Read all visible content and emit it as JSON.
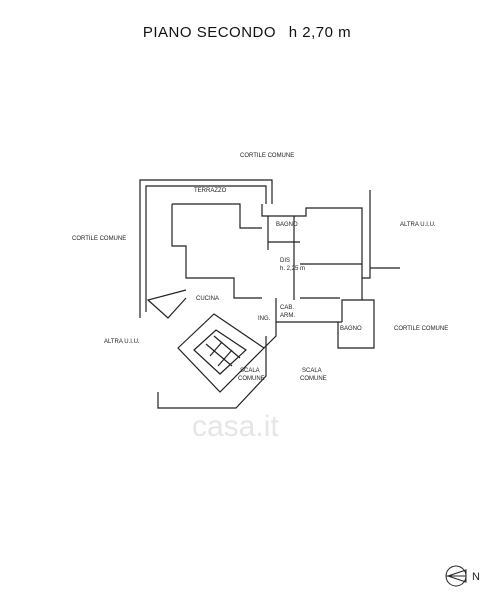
{
  "title": {
    "floor": "PIANO SECONDO",
    "height": "h 2,70 m"
  },
  "labels": {
    "cortile_top": "CORTILE COMUNE",
    "terrazzo": "TERRAZZO",
    "cortile_left": "CORTILE COMUNE",
    "bagno_top": "BAGNO",
    "altra_right": "ALTRA U.I.U.",
    "dis": "DIS",
    "dis_h": "h. 2,25 m",
    "cucina": "CUCINA",
    "ing": "ING.",
    "cab": "CAB.",
    "arm": "ARM.",
    "bagno_bottom": "BAGNO",
    "cortile_right": "CORTILE COMUNE",
    "altra_left": "ALTRA U.I.U.",
    "scala1": "SCALA",
    "comune1": "COMUNE",
    "scala2": "SCALA",
    "comune2": "COMUNE"
  },
  "watermark": "casa.it",
  "north_label": "N",
  "colors": {
    "line": "#222222",
    "watermark": "#e6e6e6"
  }
}
